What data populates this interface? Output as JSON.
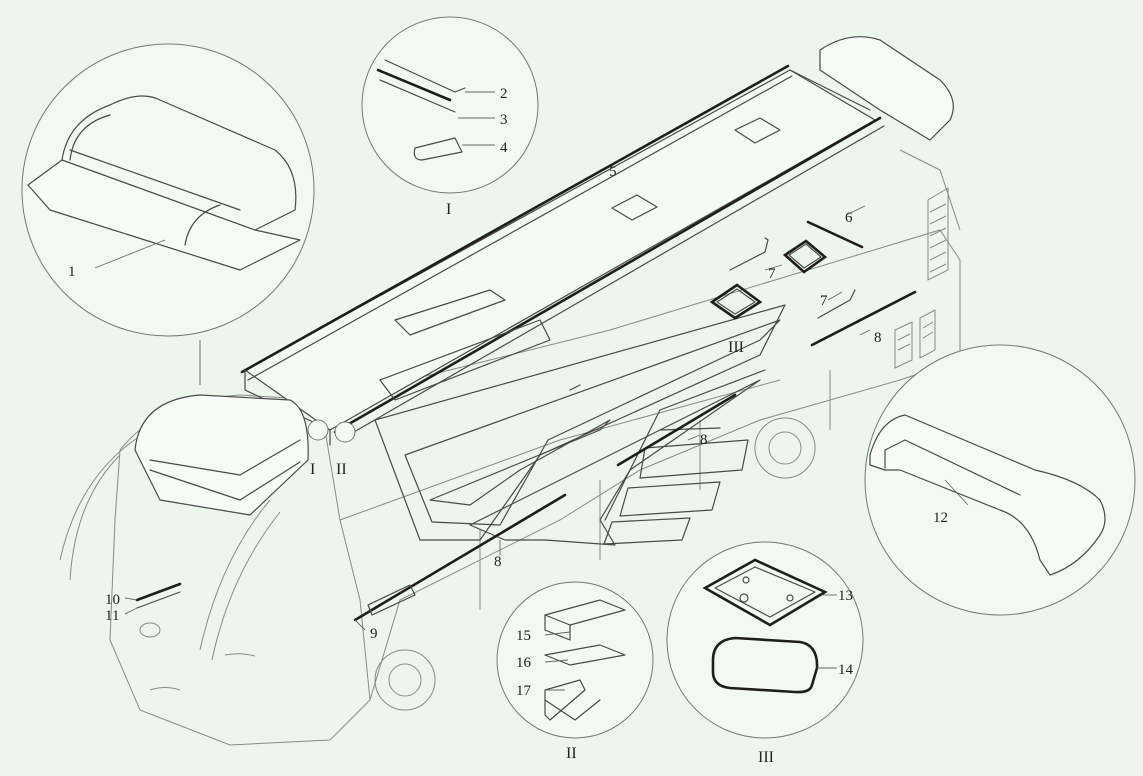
{
  "part_labels": [
    {
      "id": "p1",
      "text": "1"
    },
    {
      "id": "p2",
      "text": "2"
    },
    {
      "id": "p3",
      "text": "3"
    },
    {
      "id": "p4",
      "text": "4"
    },
    {
      "id": "p5",
      "text": "5"
    },
    {
      "id": "p6",
      "text": "6"
    },
    {
      "id": "p7a",
      "text": "7"
    },
    {
      "id": "p7b",
      "text": "7"
    },
    {
      "id": "p8a",
      "text": "8"
    },
    {
      "id": "p8b",
      "text": "8"
    },
    {
      "id": "p8c",
      "text": "8"
    },
    {
      "id": "p9",
      "text": "9"
    },
    {
      "id": "p10",
      "text": "10"
    },
    {
      "id": "p11",
      "text": "11"
    },
    {
      "id": "p12",
      "text": "12"
    },
    {
      "id": "p13",
      "text": "13"
    },
    {
      "id": "p14",
      "text": "14"
    },
    {
      "id": "p15",
      "text": "15"
    },
    {
      "id": "p16",
      "text": "16"
    },
    {
      "id": "p17",
      "text": "17"
    }
  ],
  "detail_labels": [
    {
      "id": "d1",
      "text": "I"
    },
    {
      "id": "d1b",
      "text": "I"
    },
    {
      "id": "d2",
      "text": "II"
    },
    {
      "id": "d2b",
      "text": "II"
    },
    {
      "id": "d3",
      "text": "III"
    },
    {
      "id": "d3b",
      "text": "III"
    }
  ]
}
